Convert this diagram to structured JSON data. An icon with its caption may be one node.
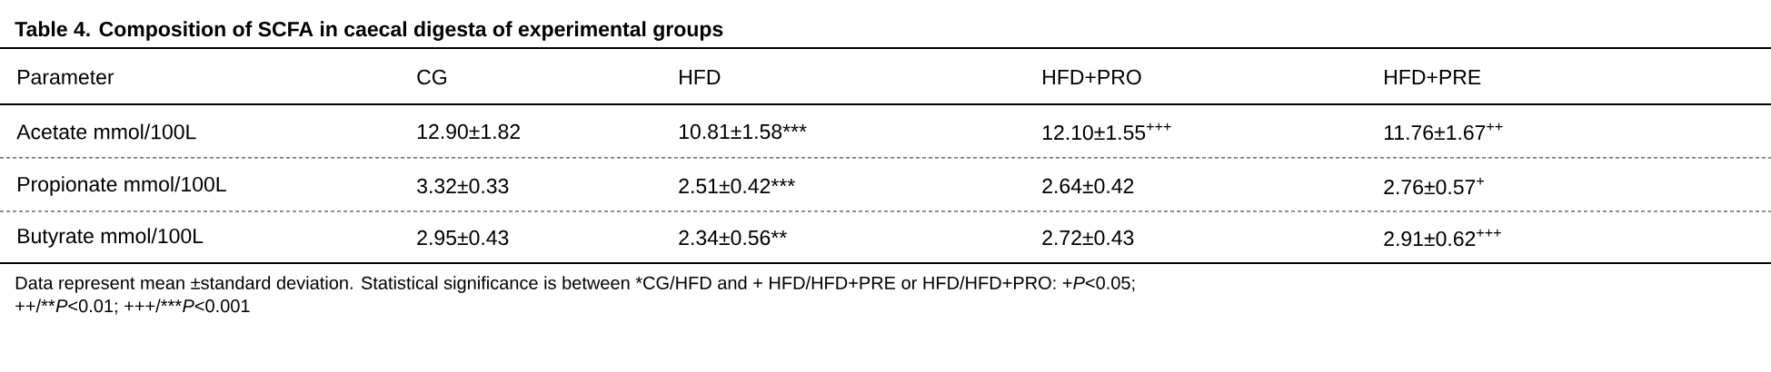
{
  "diagram": {
    "title": "Table 4. Composition of SCFA in caecal digesta of experimental groups",
    "caption": "Data represent mean ±standard deviation. Statistical significance is between *CG/HFD and + HFD/HFD+PRE or HFD/HFD+PRO: +*P*<0.05;",
    "labels": [
      "Parameter",
      "CG",
      "HFD",
      "HFD+PRO",
      "HFD+PRE",
      "Acetate mmol/100L",
      "12.90±1.82",
      "10.81±1.58***",
      "12.10±1.55$^{+++}$",
      "11.76±1.67$^{++}$",
      "Propionate mmol/100L",
      "3.32±0.33",
      "2.51±0.42***",
      "2.64±0.42",
      "2.76±0.57$^{+}$",
      "Butyrate mmol/100L",
      "2.95±0.43",
      "2.34±0.56**",
      "2.72±0.43",
      "2.91±0.62$^{+++}$",
      "++/**",
      "*P*<0.01; +++/***",
      "*P*<0.001"
    ]
  }
}
